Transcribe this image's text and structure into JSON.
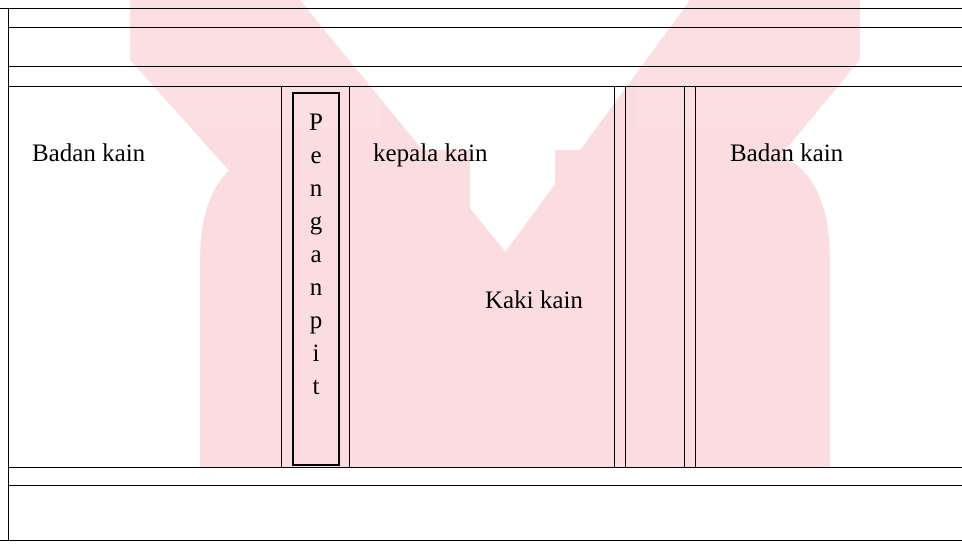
{
  "watermark": {
    "name": "watermark-logo",
    "color": "#e40521"
  },
  "labels": {
    "left_body": "Badan kain",
    "head": "kepala kain",
    "foot": "Kaki kain",
    "right_body": "Badan kain",
    "pengapit": "Penganpit"
  }
}
